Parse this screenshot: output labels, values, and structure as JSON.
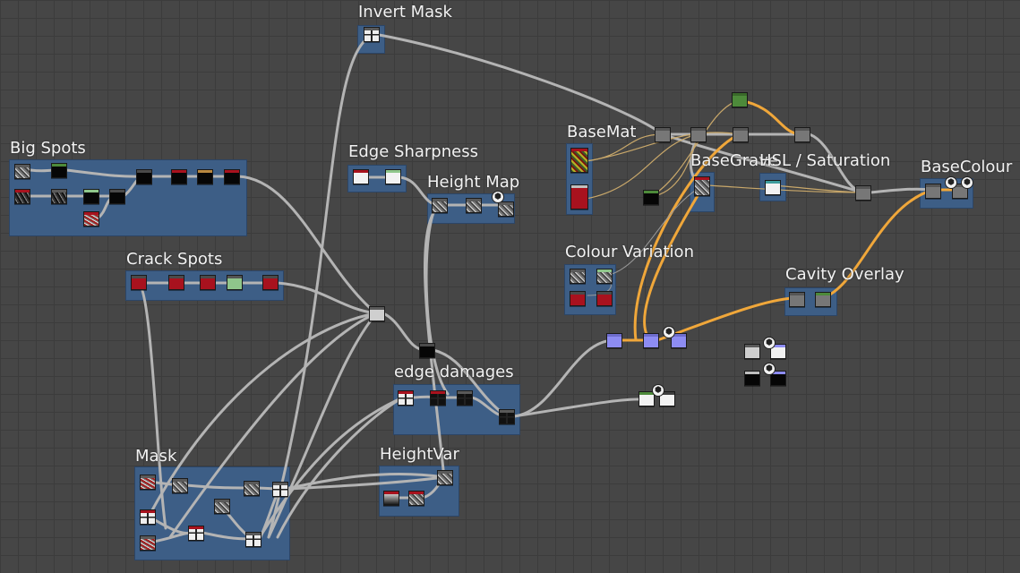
{
  "frames": {
    "invert_mask": "Invert Mask",
    "big_spots": "Big Spots",
    "edge_sharpness": "Edge Sharpness",
    "height_map": "Height Map",
    "basemat": "BaseMat",
    "basegrave": "BaseGrave",
    "hsl_saturation": "HSL / Saturation",
    "basecolour": "BaseColour",
    "crack_spots": "Crack Spots",
    "colour_variation": "Colour Variation",
    "cavity_overlay": "Cavity Overlay",
    "edge_damages": "edge damages",
    "mask": "Mask",
    "heightvar": "HeightVar"
  },
  "colors": {
    "frame_bg": "#3d5e86",
    "canvas_bg": "#464646",
    "wire_gray": "#b9b9b9",
    "wire_orange": "#f0a73a",
    "wire_thin": "#c9a86a"
  },
  "icons": {
    "output_badge": "output-badge-icon"
  }
}
